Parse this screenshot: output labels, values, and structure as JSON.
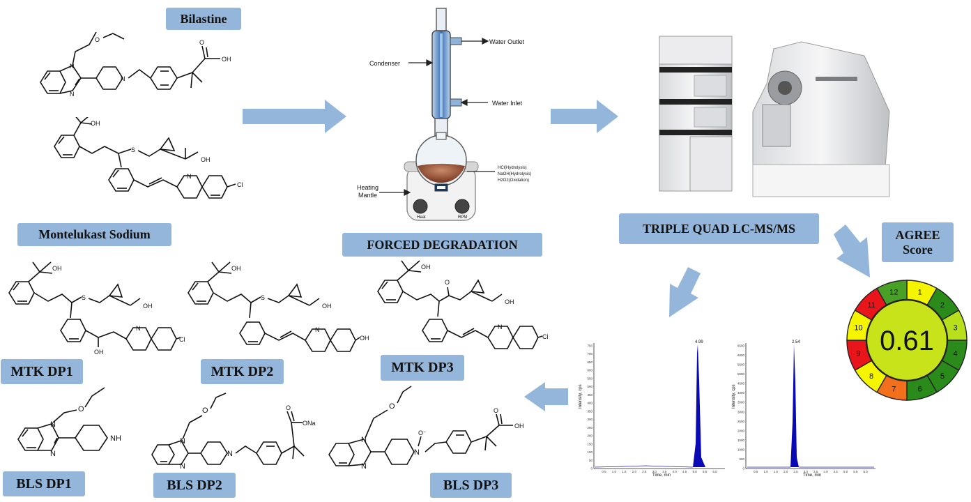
{
  "labels": {
    "bilastine": "Bilastine",
    "montelukast": "Montelukast  Sodium",
    "forced_degradation": "FORCED DEGRADATION",
    "triple_quad": "TRIPLE QUAD LC-MS/MS",
    "agree_line1": "AGREE",
    "agree_line2": "Score",
    "mtk_dp1": "MTK DP1",
    "mtk_dp2": "MTK DP2",
    "mtk_dp3": "MTK DP3",
    "bls_dp1": "BLS DP1",
    "bls_dp2": "BLS DP2",
    "bls_dp3": "BLS DP3"
  },
  "apparatus": {
    "water_outlet": "Water Outlet",
    "condenser": "Condenser",
    "water_inlet": "Water Inlet",
    "heating": "Heating",
    "mantle": "Mantle",
    "reagent1": "HCl(Hydrolysis)",
    "reagent2": "NaOH(Hydrolysis)",
    "reagent3": "H2O2(Oxidation)",
    "knob1": "Heat",
    "knob2": "RPM"
  },
  "atoms": {
    "oh": "OH",
    "o": "O",
    "n": "N",
    "s": "S",
    "cl": "Cl",
    "ona": "ONa",
    "nh": "NH",
    "o_minus": "O⁻"
  },
  "agree": {
    "score": "0.61",
    "segments": [
      {
        "n": "1",
        "color": "#f5f500"
      },
      {
        "n": "2",
        "color": "#2a8a1a"
      },
      {
        "n": "3",
        "color": "#b8df1c"
      },
      {
        "n": "4",
        "color": "#2a8a1a"
      },
      {
        "n": "5",
        "color": "#2a8a1a"
      },
      {
        "n": "6",
        "color": "#2a8a1a"
      },
      {
        "n": "7",
        "color": "#f2701b"
      },
      {
        "n": "8",
        "color": "#f5f500"
      },
      {
        "n": "9",
        "color": "#e8161b"
      },
      {
        "n": "10",
        "color": "#f5f500"
      },
      {
        "n": "11",
        "color": "#e8161b"
      },
      {
        "n": "12",
        "color": "#48a027"
      }
    ],
    "center_color": "#c9e31a"
  },
  "chromatograms": {
    "left_peak_label": "4.99",
    "right_peak_label": "2.54",
    "left_yticks": [
      "750",
      "700",
      "650",
      "600",
      "550",
      "500",
      "450",
      "400",
      "350",
      "300",
      "250",
      "200",
      "150",
      "100",
      "50",
      "0"
    ],
    "right_yticks": [
      "6500",
      "6000",
      "5500",
      "5000",
      "4500",
      "4000",
      "3500",
      "3000",
      "2500",
      "2000",
      "1500",
      "1000",
      "500",
      "0"
    ],
    "xticks": [
      "0.5",
      "1.0",
      "1.5",
      "2.0",
      "2.5",
      "3.0",
      "3.5",
      "4.0",
      "4.5",
      "5.0",
      "5.5",
      "6.0"
    ],
    "ylabel": "Intensity, cps",
    "xlabel": "Time, min"
  },
  "colors": {
    "label_bg": "#94b6db",
    "arrow": "#94b6db",
    "peak": "#0a0ab4"
  }
}
